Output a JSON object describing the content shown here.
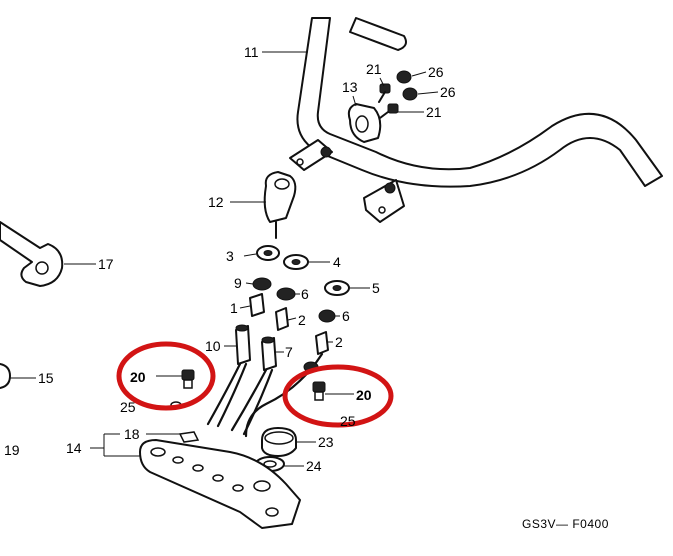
{
  "labels": {
    "p1": "1",
    "p2a": "2",
    "p2b": "2",
    "p3": "3",
    "p4": "4",
    "p5": "5",
    "p6a": "6",
    "p6b": "6",
    "p7": "7",
    "p9": "9",
    "p10": "10",
    "p11": "11",
    "p12": "12",
    "p13": "13",
    "p14": "14",
    "p15": "15",
    "p17": "17",
    "p18": "18",
    "p19": "19",
    "p20a": "20",
    "p20b": "20",
    "p21a": "21",
    "p21b": "21",
    "p23": "23",
    "p24": "24",
    "p25a": "25",
    "p25b": "25",
    "p26a": "26",
    "p26b": "26"
  },
  "diagram_code": "GS3V— F0400",
  "colors": {
    "highlight": "#d21414",
    "line": "#111111",
    "background": "#ffffff"
  }
}
